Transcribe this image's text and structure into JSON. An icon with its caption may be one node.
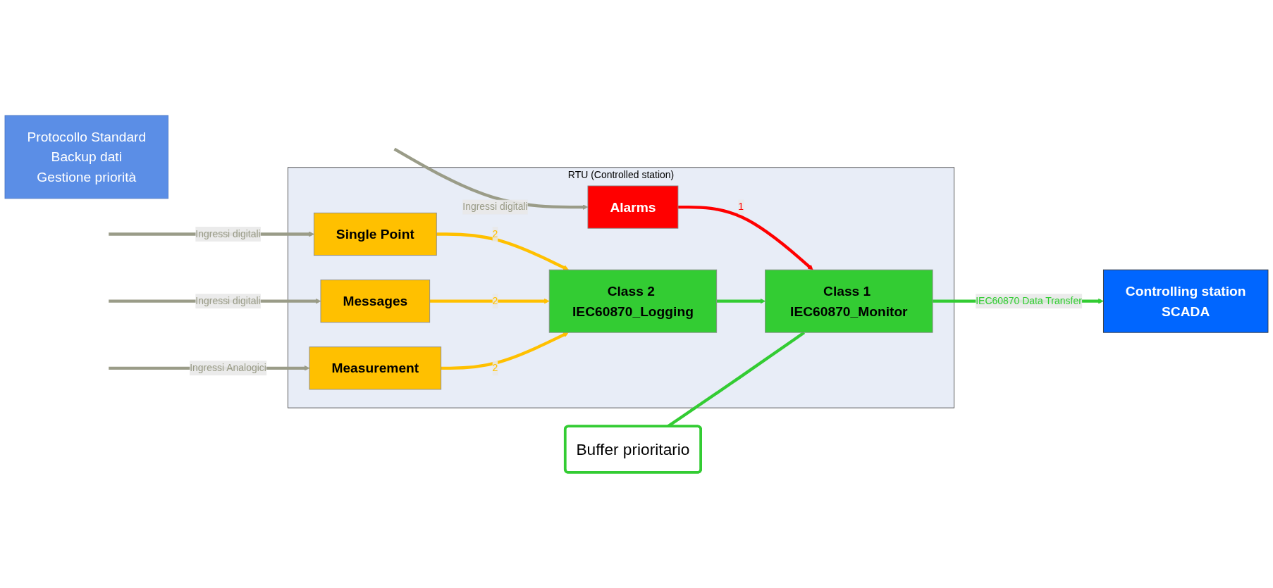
{
  "diagram": {
    "nodes": [
      {
        "text": [
          "RTU (Controlled station)"
        ]
      },
      {
        "text": [
          "Alarms"
        ],
        "in": 0
      },
      {
        "text": [
          "Class 1 IEC60870_Monitor"
        ],
        "in": 0
      },
      {
        "text": [
          "Single Point"
        ],
        "in": 0
      },
      {
        "text": [
          "Messages"
        ],
        "in": 0
      },
      {
        "text": [
          "Class 2 IEC60870_Logging"
        ],
        "in": 0
      },
      {
        "text": [
          "Measurement"
        ],
        "in": 0
      },
      {
        "text": [
          "Controlling station",
          "SCADA"
        ]
      },
      {
        "text": [
          "Buffer prioritario"
        ]
      },
      {
        "text": [
          "Protocollo Standard",
          "Backup dati",
          "Gestione priorità"
        ]
      }
    ],
    "edges": [
      {
        "from": null,
        "to": 1,
        "arrow": "to",
        "label": "Ingressi digitali"
      },
      {
        "from": null,
        "to": 3,
        "arrow": "to",
        "label": "Ingressi digitali"
      },
      {
        "from": null,
        "to": 4,
        "arrow": "to",
        "label": "Ingressi digitali"
      },
      {
        "from": null,
        "to": 6,
        "arrow": "to",
        "label": "Ingressi Analogici"
      },
      {
        "from": 1,
        "to": 2,
        "arrow": "to",
        "label": "1",
        "color": "#ff0000"
      },
      {
        "from": 3,
        "to": 5,
        "arrow": "to",
        "label": "2",
        "color": "#ffc000"
      },
      {
        "from": 4,
        "to": 5,
        "arrow": "to",
        "label": "2",
        "color": "#ffc000"
      },
      {
        "from": 6,
        "to": 5,
        "arrow": "to",
        "label": "2",
        "color": "#ffc000"
      },
      {
        "from": 5,
        "to": 2,
        "arrow": "to",
        "color": "#33cc33"
      },
      {
        "from": 2,
        "to": 7,
        "arrow": "to",
        "label": "IEC60870 Data Transfer",
        "color": "#33cc33"
      },
      {
        "from": 8,
        "to": 2,
        "arrow": "none",
        "color": "#33cc33"
      }
    ]
  }
}
